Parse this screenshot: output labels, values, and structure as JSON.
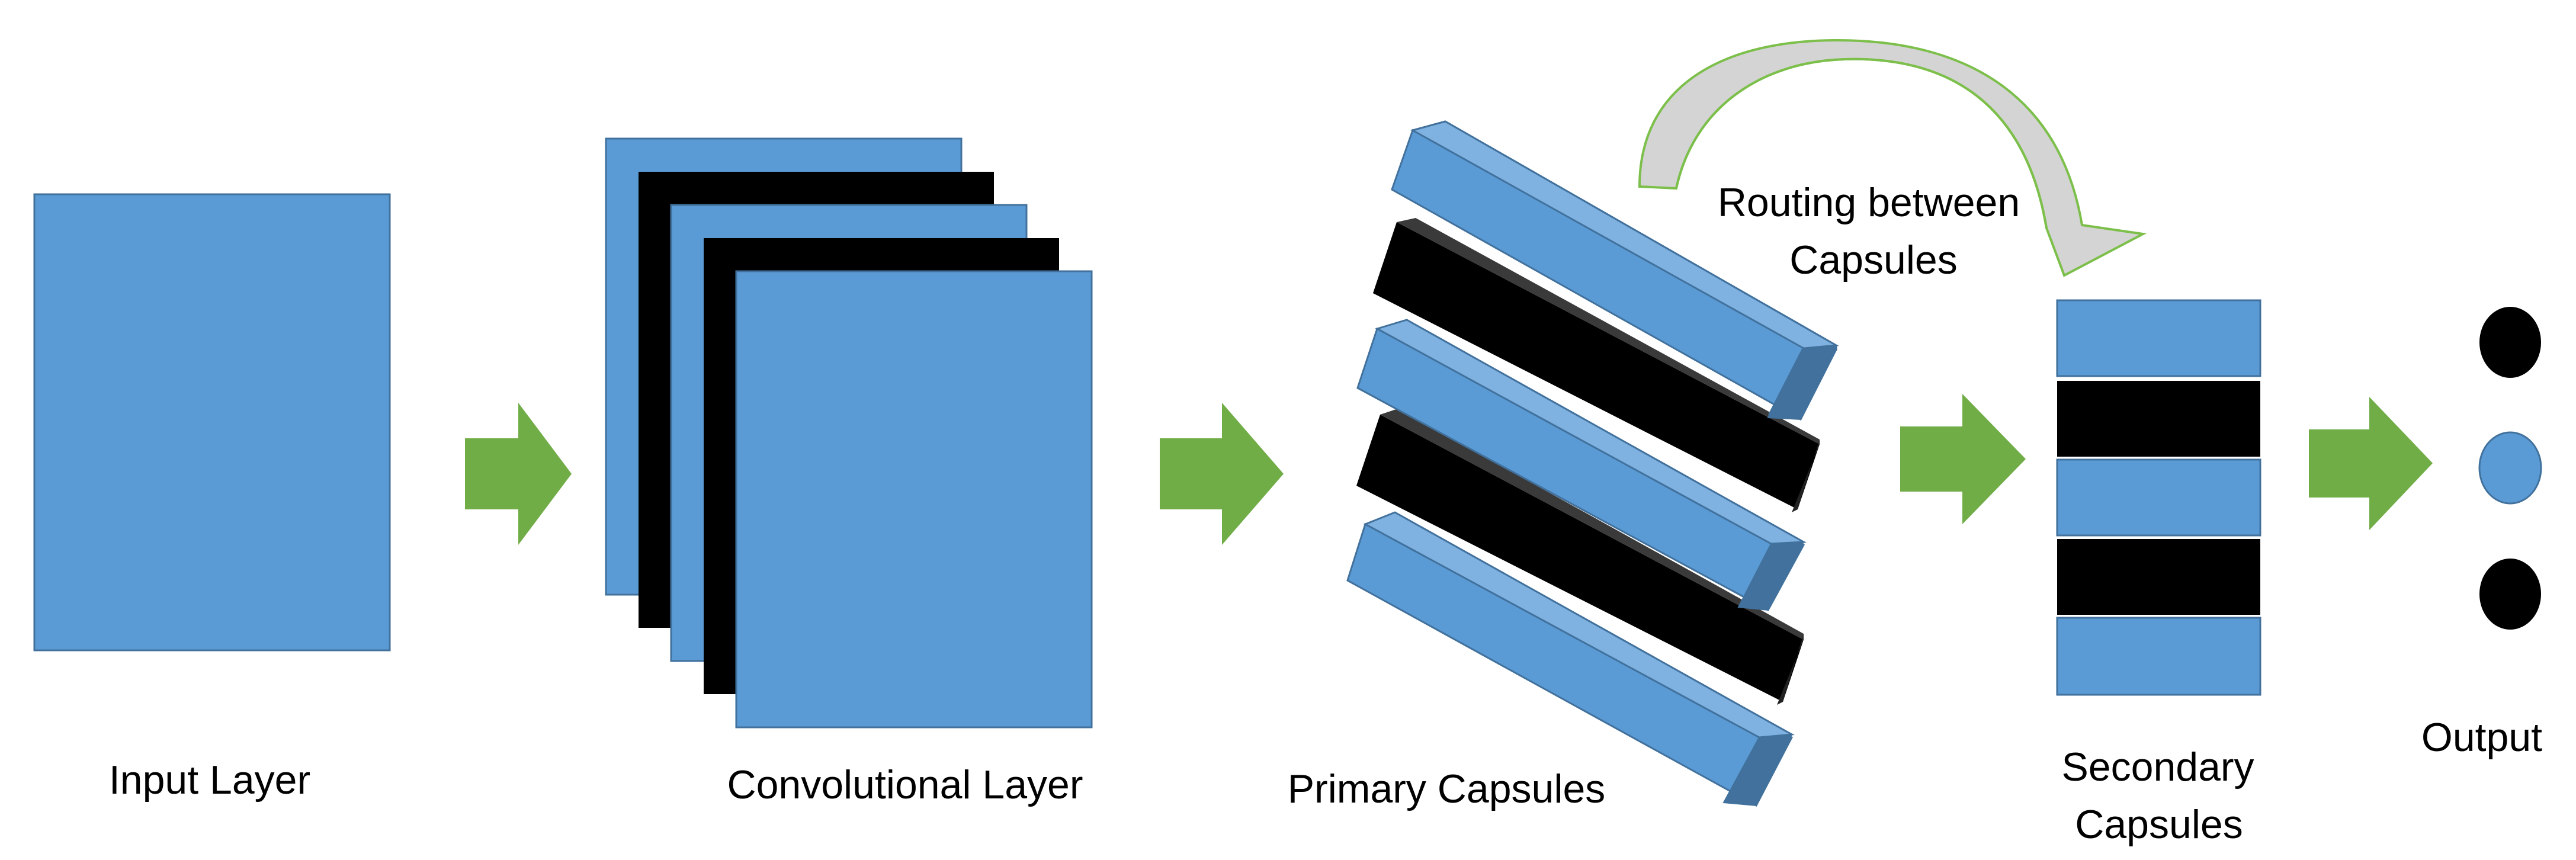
{
  "labels": {
    "input_layer": "Input Layer",
    "convolutional_layer": "Convolutional Layer",
    "primary_capsules": "Primary Capsules",
    "secondary_capsules_line1": "Secondary",
    "secondary_capsules_line2": "Capsules",
    "output": "Output",
    "routing_line1": "Routing between",
    "routing_line2": "Capsules"
  },
  "colors": {
    "blue": "#5b9bd5",
    "blue_light": "#7fb2e0",
    "blue_dark": "#41719c",
    "black": "#000000",
    "black_top": "#3a3a3a",
    "arrow_green": "#70ad47",
    "curved_arrow_outline": "#7cbf4a",
    "curved_arrow_fill": "#cccccc"
  }
}
